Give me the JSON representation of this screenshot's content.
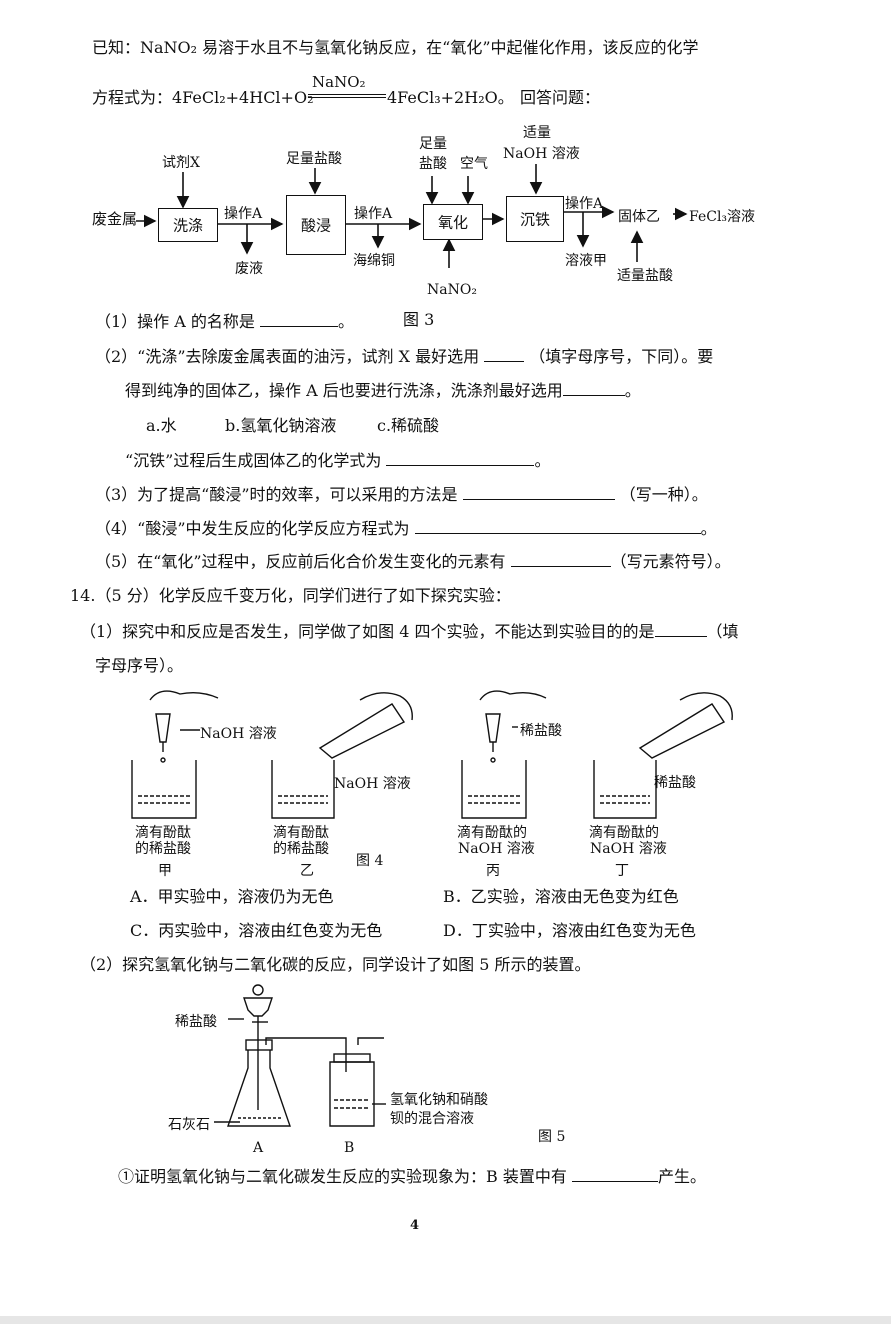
{
  "intro": {
    "line1": "已知：NaNO₂ 易溶于水且不与氢氧化钠反应，在“氧化”中起催化作用，该反应的化学",
    "eq_prefix": "方程式为：4FeCl₂+4HCl+O₂",
    "eq_catalyst": "NaNO₂",
    "eq_suffix": "4FeCl₃+2H₂O。",
    "eq_tail": "回答问题："
  },
  "flow": {
    "start": "废金属",
    "boxes": [
      "洗涤",
      "酸浸",
      "氧化",
      "沉铁"
    ],
    "reagent_x": "试剂X",
    "acid_top": "足量盐酸",
    "oxid_top1": "足量\n盐酸",
    "oxid_top1_a": "足量",
    "oxid_top1_b": "盐酸",
    "air": "空气",
    "naoh_a": "适量",
    "naoh_b": "NaOH 溶液",
    "op_a": "操作A",
    "waste": "废液",
    "sponge_cu": "海绵铜",
    "nano2_bottom": "NaNO₂",
    "solution_jia": "溶液甲",
    "solid_yi": "固体乙",
    "product": "FeCl₃溶液",
    "acid_bottom": "适量盐酸",
    "caption": "图 3"
  },
  "q13": {
    "p1": "（1）操作 A 的名称是",
    "p1_end": "。",
    "p2a": "（2）“洗涤”去除废金属表面的油污，试剂 X 最好选用",
    "p2a_end": "（填字母序号，下同）。要",
    "p2b": "得到纯净的固体乙，操作 A 后也要进行洗涤，洗涤剂最好选用",
    "p2b_end": "。",
    "opt_a": "a.水",
    "opt_b": "b.氢氧化钠溶液",
    "opt_c": "c.稀硫酸",
    "p2c": "“沉铁”过程后生成固体乙的化学式为",
    "p2c_end": "。",
    "p3": "（3）为了提高“酸浸”时的效率，可以采用的方法是",
    "p3_end": "（写一种）。",
    "p4": "（4）“酸浸”中发生反应的化学反应方程式为",
    "p4_end": "。",
    "p5": "（5）在“氧化”过程中，反应前后化合价发生变化的元素有",
    "p5_end": "（写元素符号）。"
  },
  "q14": {
    "title": "14.（5 分）化学反应千变万化，同学们进行了如下探究实验：",
    "p1a": "（1）探究中和反应是否发生，同学做了如图 4 四个实验，不能达到实验目的的是",
    "p1a_end": "（填",
    "p1b": "字母序号）。",
    "fig4": {
      "labels_top": [
        "NaOH 溶液",
        "NaOH 溶液",
        "稀盐酸",
        "稀盐酸"
      ],
      "desc_jia_1": "滴有酚酞",
      "desc_jia_2": "的稀盐酸",
      "desc_yi_1": "滴有酚酞",
      "desc_yi_2": "的稀盐酸",
      "desc_bing_1": "滴有酚酞的",
      "desc_bing_2": "NaOH 溶液",
      "desc_ding_1": "滴有酚酞的",
      "desc_ding_2": "NaOH 溶液",
      "names": [
        "甲",
        "乙",
        "丙",
        "丁"
      ],
      "caption": "图 4"
    },
    "optA": "A．甲实验中，溶液仍为无色",
    "optB": "B．乙实验，溶液由无色变为红色",
    "optC": "C．丙实验中，溶液由红色变为无色",
    "optD": "D．丁实验中，溶液由红色变为无色",
    "p2": "（2）探究氢氧化钠与二氧化碳的反应，同学设计了如图 5 所示的装置。",
    "fig5": {
      "acid": "稀盐酸",
      "limestone": "石灰石",
      "mix1": "氢氧化钠和硝酸",
      "mix2": "钡的混合溶液",
      "a": "A",
      "b": "B",
      "caption": "图 5"
    },
    "sub1": "①证明氢氧化钠与二氧化碳发生反应的实验现象为：B 装置中有",
    "sub1_end": "产生。"
  },
  "page_number": "4"
}
